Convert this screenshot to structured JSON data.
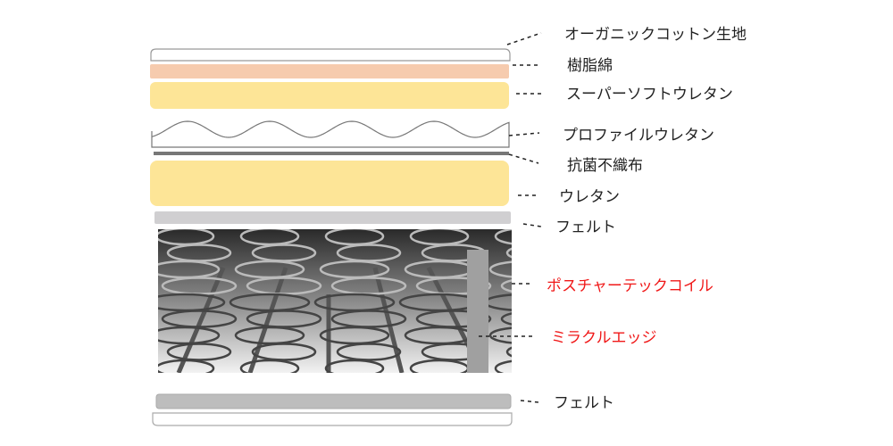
{
  "labels": {
    "cotton": "オーガニックコットン生地",
    "resin": "樹脂綿",
    "super_soft": "スーパーソフトウレタン",
    "profile": "プロファイルウレタン",
    "antibacterial": "抗菌不織布",
    "urethane": "ウレタン",
    "felt_top": "フェルト",
    "posture_coil": "ポスチャーテックコイル",
    "miracle_edge": "ミラクルエッジ",
    "felt_bottom": "フェルト"
  },
  "colors": {
    "resin": "#f6cbae",
    "urethane": "#fde597",
    "felt_top": "#d0cfd1",
    "felt_bottom": "#bdbdbd",
    "nonwoven": "#777777",
    "edge": "#a0a0a0",
    "highlight_text": "#f01818"
  }
}
